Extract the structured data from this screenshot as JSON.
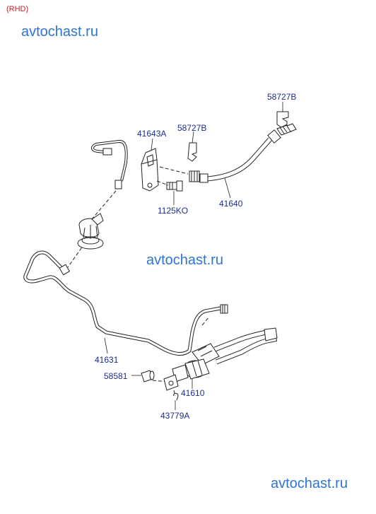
{
  "variant_label": "(RHD)",
  "watermarks": [
    "avtochast.ru",
    "avtochast.ru",
    "avtochast.ru"
  ],
  "parts": {
    "p41643A": "41643A",
    "p58727B_left": "58727B",
    "p58727B_right": "58727B",
    "p1125KO": "1125KO",
    "p41640": "41640",
    "p41631": "41631",
    "p58581": "58581",
    "p41610": "41610",
    "p43779A": "43779A"
  },
  "colors": {
    "label": "#1c2d8a",
    "variant": "#c0202a",
    "watermark": "#2f74d0",
    "line": "#222222"
  }
}
